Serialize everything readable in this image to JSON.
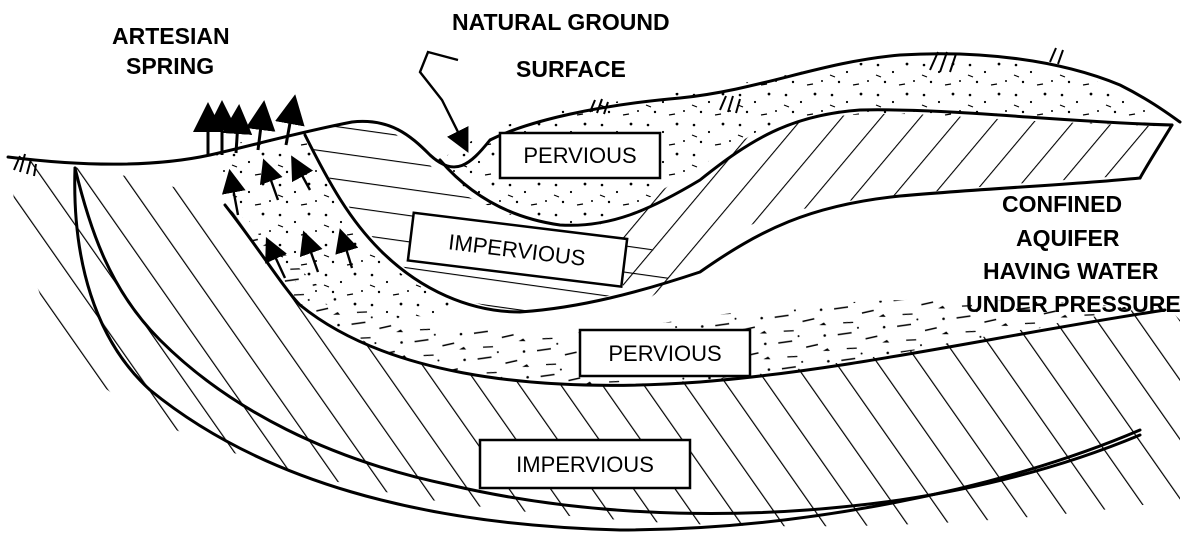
{
  "labels": {
    "artesian_spring_line1": "ARTESIAN",
    "artesian_spring_line2": "SPRING",
    "natural_ground_line1": "NATURAL GROUND",
    "natural_ground_line2": "SURFACE",
    "confined_line1": "CONFINED",
    "confined_line2": "AQUIFER",
    "confined_line3": "HAVING WATER",
    "confined_line4": "UNDER PRESSURE"
  },
  "boxes": {
    "pervious_top": "PERVIOUS",
    "impervious_middle": "IMPERVIOUS",
    "pervious_bottom": "PERVIOUS",
    "impervious_bottom": "IMPERVIOUS"
  },
  "colors": {
    "ink": "#000000",
    "paper": "#ffffff"
  }
}
